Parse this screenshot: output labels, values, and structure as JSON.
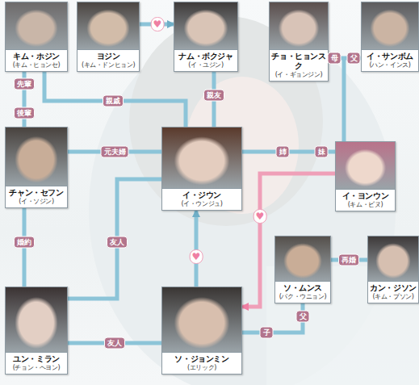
{
  "diagram": {
    "nodes": [
      {
        "text": [
          "キム・ホジン",
          "(キム・ヒョンセ)"
        ]
      },
      {
        "text": [
          "ヨジン",
          "(キム・ドンヒョン)"
        ]
      },
      {
        "text": [
          "ナム・ボクジャ",
          "(イ・ユジン)"
        ]
      },
      {
        "text": [
          "チョ・ヒョンスク",
          "(イ・ギョンジン)"
        ]
      },
      {
        "text": [
          "イ・サンボム",
          "(ハン・インス)"
        ]
      },
      {
        "text": [
          "チャン・セフン",
          "(イ・ソジン)"
        ]
      },
      {
        "text": [
          "イ・ジウン",
          "(イ・ウンジュ)"
        ]
      },
      {
        "text": [
          "イ・ヨンウン",
          "(キム・ビヌ)"
        ]
      },
      {
        "text": [
          "ソ・ムンス",
          "(パク・ウニョン)"
        ]
      },
      {
        "text": [
          "カン・ジソン",
          "(キム・プソン)"
        ]
      },
      {
        "text": [
          "ユン・ミラン",
          "(チョン・ヘヨン)"
        ]
      },
      {
        "text": [
          "ソ・ジョンミン",
          "(エリック)"
        ]
      }
    ],
    "edges": [
      {
        "from": 1,
        "to": 2,
        "arrow": "to",
        "label": "♥"
      },
      {
        "from": 0,
        "to": 6,
        "arrow": "none",
        "label": "親戚"
      },
      {
        "from": 2,
        "to": 6,
        "arrow": "none",
        "label": "親友"
      },
      {
        "from": 3,
        "to": 4,
        "arrow": "none"
      },
      {
        "from": 0,
        "to": 5,
        "arrow": "none"
      },
      {
        "from": 5,
        "to": 6,
        "arrow": "none",
        "label": "元夫婦"
      },
      {
        "from": 6,
        "to": 7,
        "arrow": "none"
      },
      {
        "from": 5,
        "to": 10,
        "arrow": "none",
        "label": "婚約"
      },
      {
        "from": 6,
        "to": 10,
        "arrow": "none",
        "label": "友人"
      },
      {
        "from": 10,
        "to": 11,
        "arrow": "none",
        "label": "友人"
      },
      {
        "from": 11,
        "to": 6,
        "arrow": "to",
        "label": "♥"
      },
      {
        "from": 7,
        "to": 11,
        "arrow": "to",
        "label": "♥"
      },
      {
        "from": 8,
        "to": 9,
        "arrow": "none",
        "label": "再婚"
      },
      {
        "from": 8,
        "to": 11,
        "arrow": "none"
      }
    ],
    "labels": [
      "先輩",
      "後輩",
      "母",
      "父",
      "姉",
      "妹",
      "子",
      "父"
    ]
  }
}
